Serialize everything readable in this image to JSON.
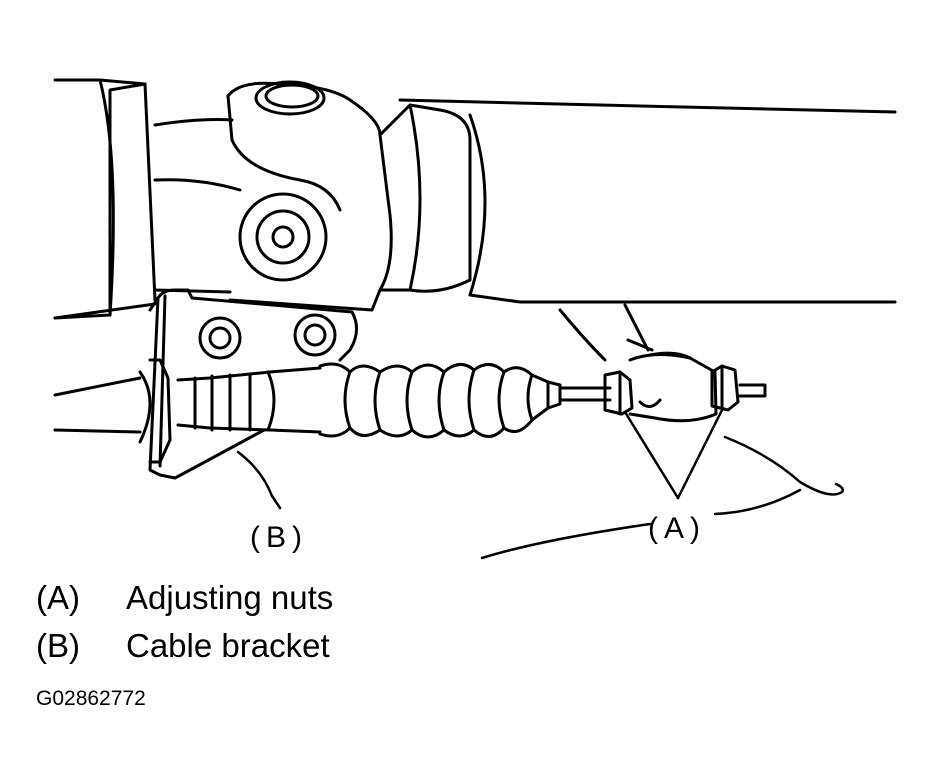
{
  "callouts": {
    "a": "(A)",
    "b": "(B)"
  },
  "legend": [
    {
      "key": "(A)",
      "text": "Adjusting nuts"
    },
    {
      "key": "(B)",
      "text": "Cable bracket"
    }
  ],
  "figure_id": "G02862772",
  "colors": {
    "line": "#000000",
    "background": "#ffffff"
  }
}
